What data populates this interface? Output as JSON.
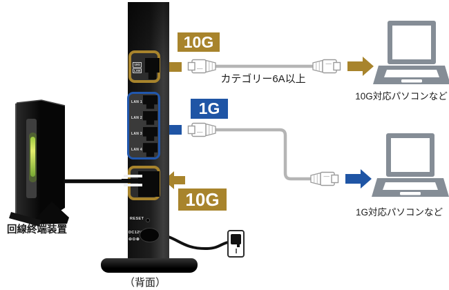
{
  "badges": {
    "top": "10G",
    "middle": "1G",
    "bottom": "10G"
  },
  "router": {
    "wan_port_label_top": "10G",
    "wan_port_label_bottom": "LAN",
    "lan_ports": [
      "LAN 1",
      "LAN 2",
      "LAN 3",
      "LAN 4"
    ],
    "reset_label": "RESET",
    "power_label": "DC12V",
    "power_polarity": "⊖⊙⊕",
    "caption": "（背面）"
  },
  "onu": {
    "label": "回線終端装置"
  },
  "cables": {
    "top_note": "カテゴリー6A以上"
  },
  "laptops": {
    "top": "10G対応パソコンなど",
    "bottom": "1G対応パソコンなど"
  },
  "colors": {
    "gold": "#a8842c",
    "blue": "#1f55a5",
    "laptop_gray": "#858d96",
    "cable_gray": "#b5b5b5",
    "led_green": "#a6ce39",
    "router_black": "#1a1a1a"
  },
  "icons": {
    "laptop": "css-shape",
    "rj45_connector": "css-shape",
    "power_plug": "css-shape",
    "arrow_left": "◀",
    "arrow_right": "▶",
    "led_indicator": "●"
  }
}
